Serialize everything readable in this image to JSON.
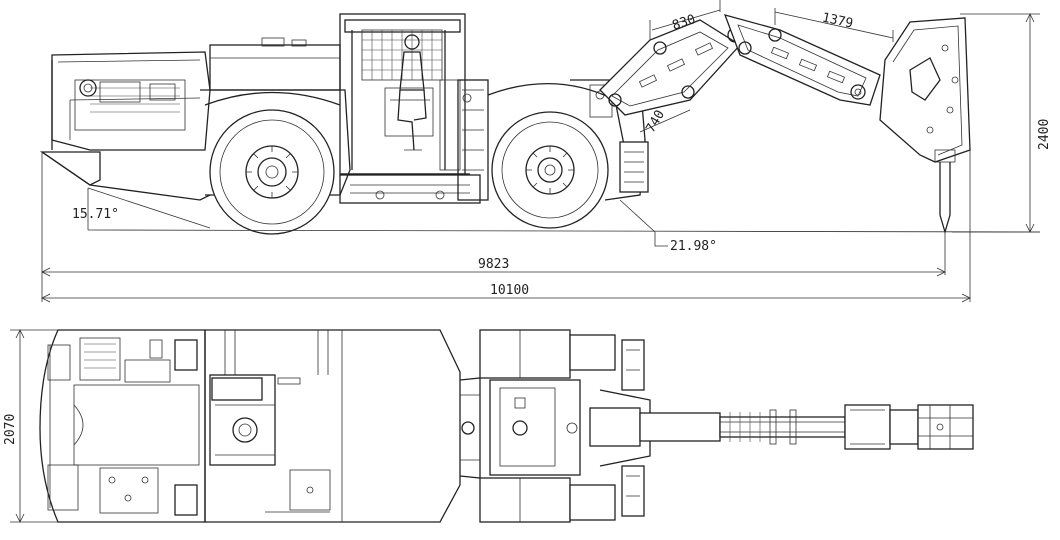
{
  "drawing": {
    "dimensions": {
      "boom_segment_1": "830",
      "boom_segment_2": "1379",
      "boom_offset": "740",
      "height": "2400",
      "rear_angle": "15.71°",
      "front_angle": "21.98°",
      "wheelbase_to_tip": "9823",
      "overall_length": "10100",
      "width": "2070"
    }
  }
}
